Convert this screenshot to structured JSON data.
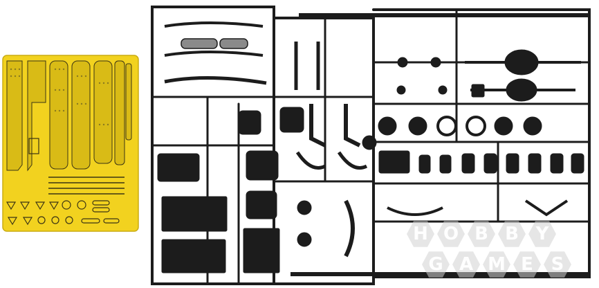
{
  "scene": {
    "description_colors": {
      "background": "#ffffff",
      "photoetch_fret": "#f2d21f",
      "photoetch_detail": "#3b3414",
      "sprue_plastic": "#1c1c1c",
      "watermark": "#d2d2d2"
    },
    "watermark": {
      "line1": [
        "H",
        "O",
        "B",
        "B",
        "Y"
      ],
      "line2": [
        "G",
        "A",
        "M",
        "E",
        "S"
      ]
    }
  }
}
